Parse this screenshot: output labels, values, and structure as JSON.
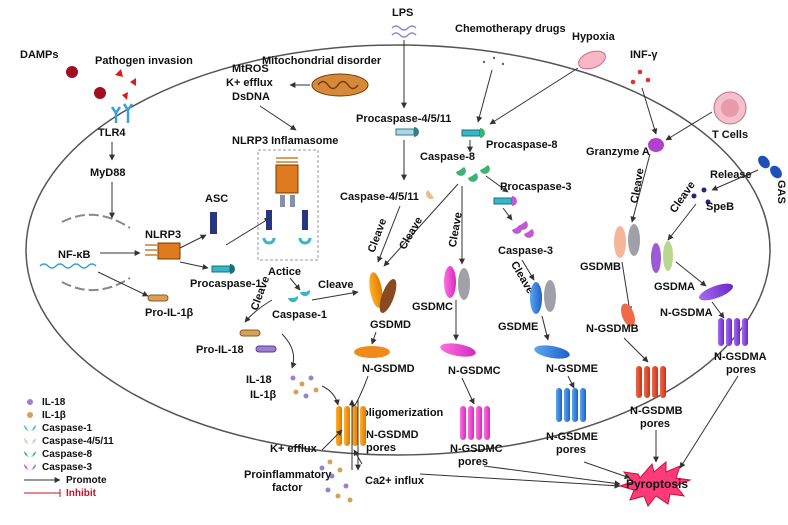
{
  "nodes": {
    "lps": "LPS",
    "chemo": "Chemotherapy drugs",
    "hypoxia": "Hypoxia",
    "infg": "INF-γ",
    "damps": "DAMPs",
    "pathogen": "Pathogen invasion",
    "mito": "Mitochondrial disorder",
    "mtros": "MtROS",
    "kefflux1": "K+ efflux",
    "dsdna": "DsDNA",
    "nlrp3_infl": "NLRP3 Inflamasome",
    "tlr4": "TLR4",
    "myd88": "MyD88",
    "nfkb": "NF-κB",
    "nlrp3": "NLRP3",
    "asc": "ASC",
    "procasp1": "Procaspase-1",
    "proil1b": "Pro-IL-1β",
    "actice": "Actice",
    "casp1": "Caspase-1",
    "proil18": "Pro-IL-18",
    "il18": "IL-18",
    "il1b": "IL-1β",
    "procasp4511": "Procaspase-4/5/11",
    "casp4511": "Caspase-4/5/11",
    "procasp8": "Procaspase-8",
    "casp8": "Caspase-8",
    "procasp3": "Procaspase-3",
    "casp3": "Caspase-3",
    "tcells": "T Cells",
    "granzyme": "Granzyme A",
    "gas": "GAS",
    "release": "Release",
    "speb": "SpeB",
    "gsdmd": "GSDMD",
    "ngsdmd": "N-GSDMD",
    "gsdmc": "GSDMC",
    "ngsdmc": "N-GSDMC",
    "gsdme": "GSDME",
    "ngsdme": "N-GSDME",
    "gsdmb": "GSDMB",
    "ngsdmb": "N-GSDMB",
    "gsdma": "GSDMA",
    "ngsdma": "N-GSDMA",
    "oligo": "oligomerization",
    "ngsdmd_pores": "N-GSDMD\npores",
    "ngsdmc_pores": "N-GSDMC\npores",
    "ngsdme_pores": "N-GSDME\npores",
    "ngsdmb_pores": "N-GSDMB\npores",
    "ngsdma_pores": "N-GSDMA\npores",
    "kefflux2": "K+ efflux",
    "proinfl": "Proinflammatory\nfactor",
    "ca_influx": "Ca2+ influx",
    "pyroptosis": "Pyroptosis",
    "cleave": "Cleave"
  },
  "legend": [
    {
      "label": "IL-18",
      "color": "#9b7fd0"
    },
    {
      "label": "IL-1β",
      "color": "#d4a05a"
    },
    {
      "label": "Caspase-1",
      "color": "#35b7c7"
    },
    {
      "label": "Caspase-4/5/11",
      "color": "#f2b98a"
    },
    {
      "label": "Caspase-8",
      "color": "#3cb371"
    },
    {
      "label": "Caspase-3",
      "color": "#c05ad0"
    },
    {
      "label": "Promote",
      "color": "#333333"
    },
    {
      "label": "Inhibit",
      "color": "#c8102e"
    }
  ]
}
